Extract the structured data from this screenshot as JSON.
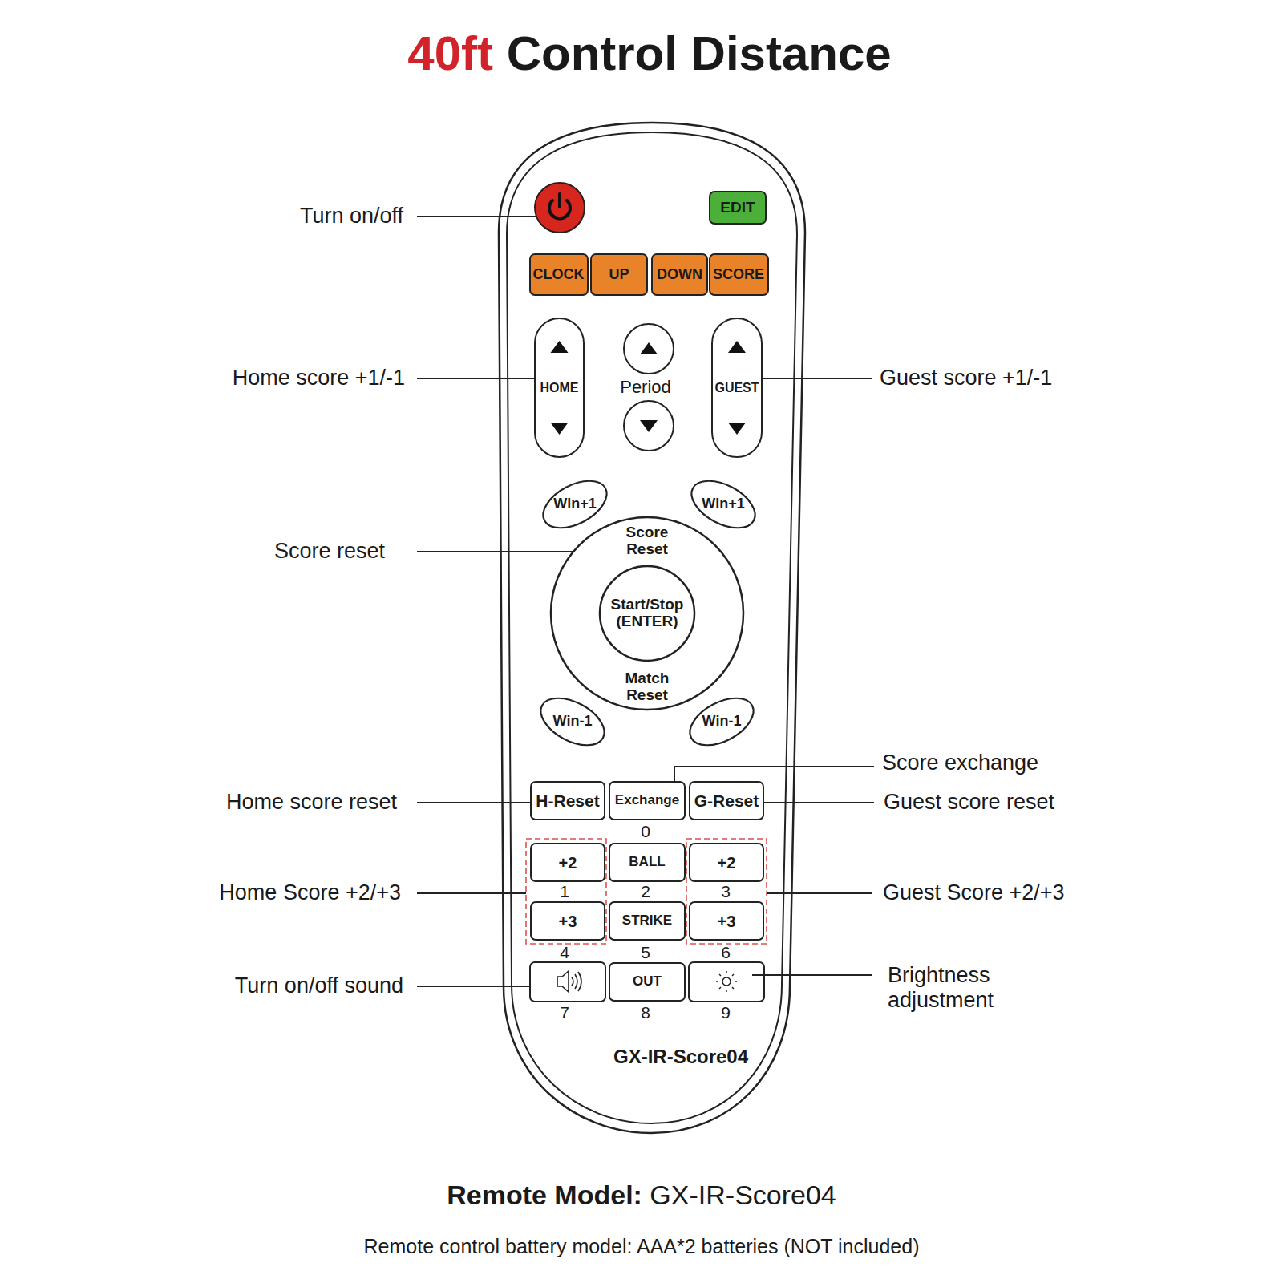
{
  "diagram": {
    "title": "40ft Control Distance",
    "caption": "Remote Model: GX-IR-Score04",
    "nodes": [
      {
        "text": [
          "GX-IR-Score04"
        ]
      },
      {
        "text": [
          "EDIT"
        ],
        "in": 0
      },
      {
        "text": [
          "CLOCK"
        ],
        "in": 0
      },
      {
        "text": [
          "UP"
        ],
        "in": 0
      },
      {
        "text": [
          "DOWN"
        ],
        "in": 0
      },
      {
        "text": [
          "SCORE"
        ],
        "in": 0
      },
      {
        "text": [
          "HOME"
        ],
        "in": 0
      },
      {
        "text": [
          "GUEST"
        ],
        "in": 0
      },
      {
        "text": [
          "Win+1"
        ],
        "in": 0
      },
      {
        "text": [
          "Win+1"
        ],
        "in": 0
      },
      {
        "text": [
          "Score Reset",
          "Match Reset"
        ],
        "in": 0
      },
      {
        "text": [
          "Start/Stop (ENTER)"
        ],
        "in": 10
      },
      {
        "text": [
          "Win-1"
        ],
        "in": 0
      },
      {
        "text": [
          "Win-1"
        ],
        "in": 0
      },
      {
        "text": [
          "H-Reset"
        ],
        "in": 0
      },
      {
        "text": [
          "Exchange"
        ],
        "in": 0
      },
      {
        "text": [
          "G-Reset"
        ],
        "in": 0
      },
      {
        "text": [
          "+2"
        ],
        "in": 0
      },
      {
        "text": [
          "BALL"
        ],
        "in": 0
      },
      {
        "text": [
          "+2"
        ],
        "in": 0
      },
      {
        "text": [
          "+3"
        ],
        "in": 0
      },
      {
        "text": [
          "STRIKE"
        ],
        "in": 0
      },
      {
        "text": [
          "+3"
        ],
        "in": 0
      },
      {
        "text": [
          "OUT"
        ],
        "in": 0
      }
    ],
    "labels": [
      "Turn on/off",
      "Home score +1/-1",
      "Guest score +1/-1",
      "Period",
      "Score reset",
      "Score exchange",
      "Home score reset",
      "Guest score reset",
      "0",
      "1",
      "2",
      "3",
      "Home Score +2/+3",
      "Guest Score +2/+3",
      "4",
      "5",
      "6",
      "Turn on/off sound",
      "Brightness adjustment",
      "7",
      "8",
      "9",
      "Remote control battery model: AAA*2 batteries (NOT included)"
    ]
  }
}
